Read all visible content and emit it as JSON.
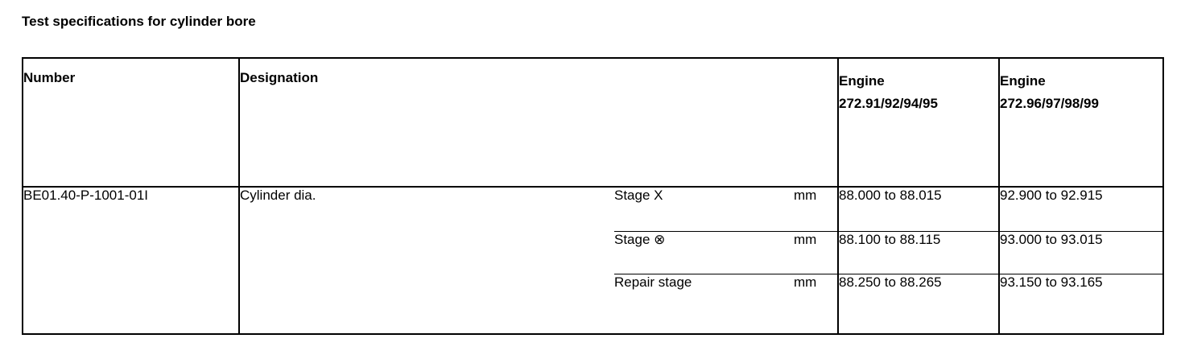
{
  "page": {
    "title": "Test specifications for cylinder bore"
  },
  "colors": {
    "text": "#000000",
    "background": "#ffffff",
    "border": "#000000"
  },
  "table": {
    "headers": {
      "number": "Number",
      "designation": "Designation",
      "engine1_line1": "Engine",
      "engine1_line2": "272.91/92/94/95",
      "engine2_line1": "Engine",
      "engine2_line2": "272.96/97/98/99"
    },
    "row": {
      "number": "BE01.40-P-1001-01I",
      "designation": "Cylinder dia.",
      "stages": [
        {
          "label": "Stage X",
          "unit": "mm",
          "engine1": "88.000 to 88.015",
          "engine2": "92.900 to 92.915"
        },
        {
          "label": "Stage ⊗",
          "unit": "mm",
          "engine1": "88.100 to 88.115",
          "engine2": "93.000 to 93.015"
        },
        {
          "label": "Repair stage",
          "unit": "mm",
          "engine1": "88.250 to 88.265",
          "engine2": "93.150 to 93.165"
        }
      ]
    }
  }
}
